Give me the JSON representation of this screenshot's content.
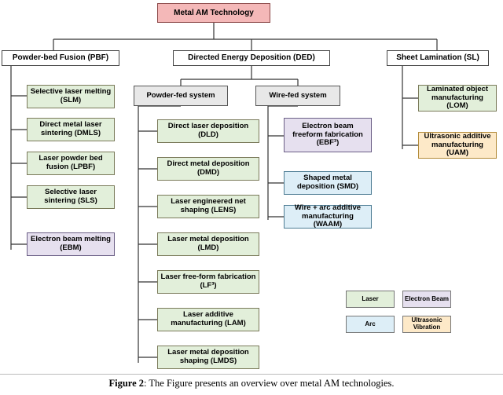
{
  "figure": {
    "caption_label": "Figure 2",
    "caption_text": ": The Figure presents an overview over metal AM technologies."
  },
  "diagram": {
    "root": {
      "label": "Metal AM Technology"
    },
    "level1": [
      {
        "label": "Powder-bed Fusion (PBF)"
      },
      {
        "label": "Directed Energy Deposition (DED)"
      },
      {
        "label": "Sheet Lamination (SL)"
      }
    ],
    "level2": [
      {
        "label": "Powder-fed system"
      },
      {
        "label": "Wire-fed system"
      }
    ],
    "pbf_children": [
      {
        "label": "Selective laser melting (SLM)",
        "color": "green"
      },
      {
        "label": "Direct metal laser sintering (DMLS)",
        "color": "green"
      },
      {
        "label": "Laser powder bed fusion (LPBF)",
        "color": "green"
      },
      {
        "label": "Selective laser sintering (SLS)",
        "color": "green"
      },
      {
        "label": "Electron beam melting (EBM)",
        "color": "purple"
      }
    ],
    "powder_fed_children": [
      {
        "label": "Direct laser deposition (DLD)",
        "color": "green"
      },
      {
        "label": "Direct metal deposition (DMD)",
        "color": "green"
      },
      {
        "label": "Laser engineered net shaping (LENS)",
        "color": "green"
      },
      {
        "label": "Laser metal deposition (LMD)",
        "color": "green"
      },
      {
        "label": "Laser free-form fabrication (LF³)",
        "color": "green"
      },
      {
        "label": "Laser additive manufacturing (LAM)",
        "color": "green"
      },
      {
        "label": "Laser metal deposition shaping (LMDS)",
        "color": "green"
      }
    ],
    "wire_fed_children": [
      {
        "label": "Electron beam freeform fabrication (EBF³)",
        "color": "purple"
      },
      {
        "label": "Shaped metal deposition (SMD)",
        "color": "blue"
      },
      {
        "label": "Wire + arc additive manufacturing (WAAM)",
        "color": "blue"
      }
    ],
    "sl_children": [
      {
        "label": "Laminated object manufacturing (LOM)",
        "color": "green"
      },
      {
        "label": "Ultrasonic additive manufacturing (UAM)",
        "color": "yellow"
      }
    ],
    "legend": [
      {
        "label": "Laser",
        "color": "green"
      },
      {
        "label": "Electron Beam",
        "color": "purple"
      },
      {
        "label": "Arc",
        "color": "blue"
      },
      {
        "label": "Ultrasonic Vibration",
        "color": "yellow"
      }
    ],
    "colors": {
      "root_fill": "#f4b8b8",
      "green_fill": "#e2efda",
      "purple_fill": "#e6e0ef",
      "blue_fill": "#ddeef7",
      "yellow_fill": "#fde9c8",
      "lvl2_fill": "#e8e8e8",
      "line": "#333333"
    }
  }
}
